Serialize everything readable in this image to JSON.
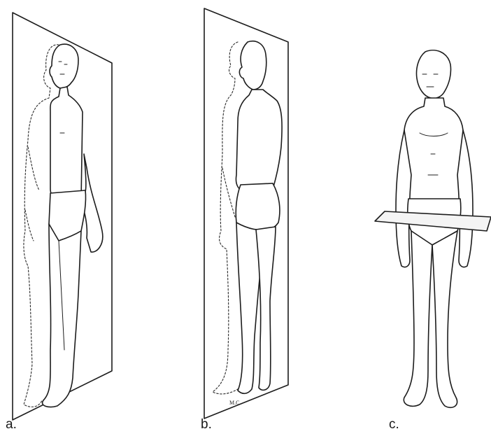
{
  "figures": [
    {
      "id": "a",
      "label": "a.",
      "plane": "midsagittal"
    },
    {
      "id": "b",
      "label": "b.",
      "plane": "coronal"
    },
    {
      "id": "c",
      "label": "c.",
      "plane": "transverse"
    }
  ],
  "signature": "M.C.",
  "colors": {
    "ink": "#1c1c1c",
    "background": "#ffffff"
  }
}
